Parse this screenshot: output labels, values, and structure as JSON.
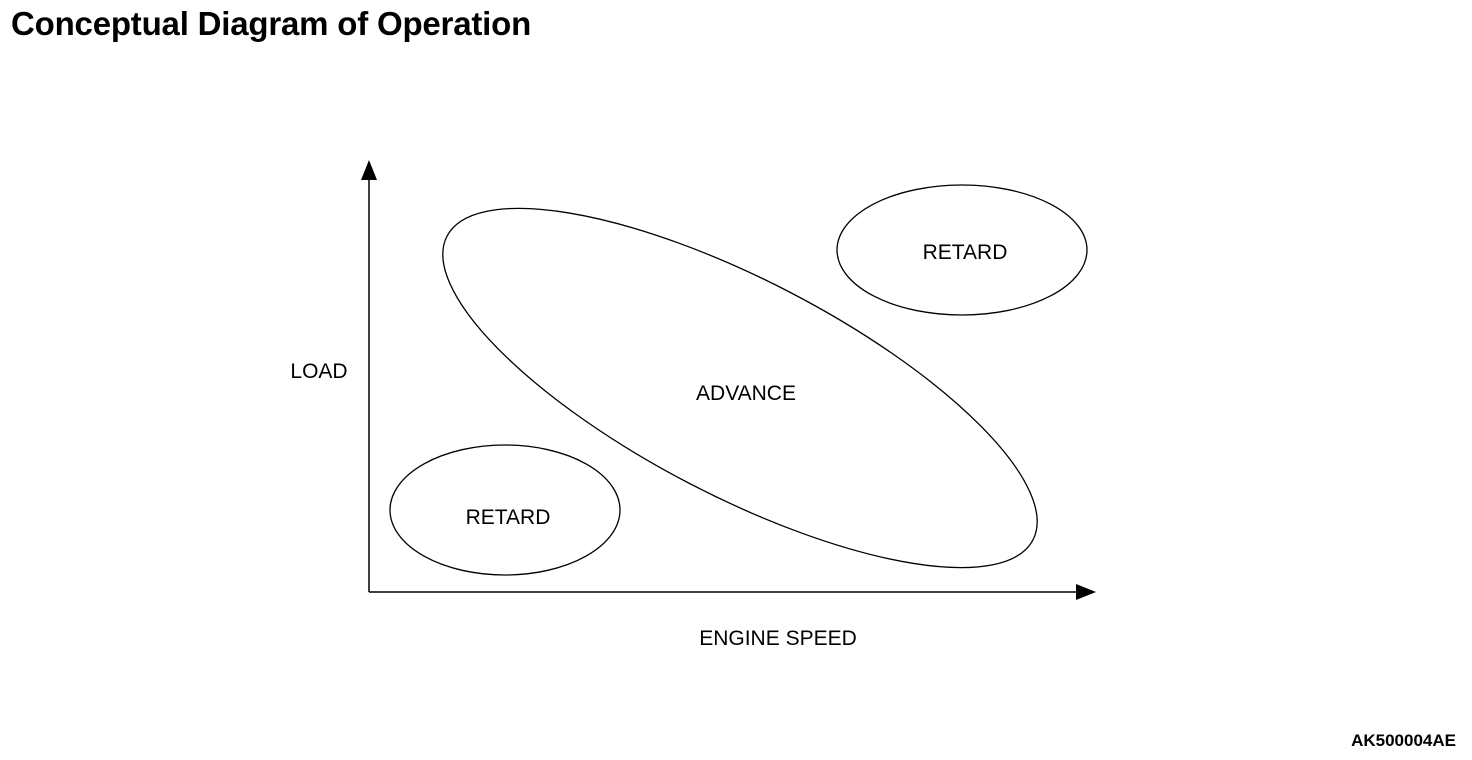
{
  "title": "Conceptual Diagram of Operation",
  "axes": {
    "x_label": "ENGINE SPEED",
    "y_label": "LOAD"
  },
  "regions": {
    "advance": "ADVANCE",
    "retard_high": "RETARD",
    "retard_low": "RETARD"
  },
  "figure_code": "AK500004AE"
}
